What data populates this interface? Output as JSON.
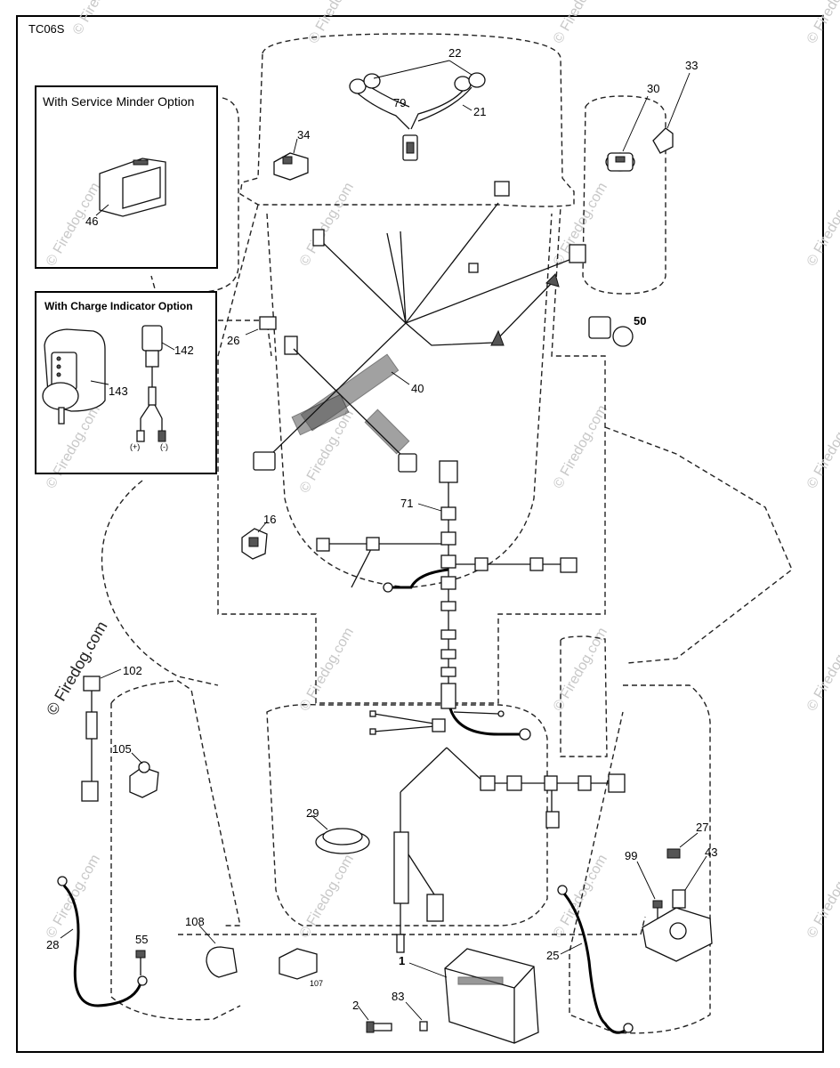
{
  "diagram_code": "TC06S",
  "options": {
    "service_minder": "With Service Minder Option",
    "charge_indicator": "With Charge Indicator Option"
  },
  "charge_polarity": {
    "plus": "(+)",
    "minus": "(-)"
  },
  "watermark": "© Firedog.com",
  "watermark_repeat": "© Firedog.com",
  "callouts": {
    "p1": "1",
    "p2": "2",
    "p16": "16",
    "p21": "21",
    "p22": "22",
    "p25": "25",
    "p26": "26",
    "p27": "27",
    "p28": "28",
    "p29": "29",
    "p30": "30",
    "p33": "33",
    "p34": "34",
    "p40": "40",
    "p43": "43",
    "p46": "46",
    "p50": "50",
    "p55": "55",
    "p71": "71",
    "p79": "79",
    "p83": "83",
    "p99": "99",
    "p102": "102",
    "p105": "105",
    "p107": "107",
    "p108": "108",
    "p142": "142",
    "p143": "143"
  }
}
